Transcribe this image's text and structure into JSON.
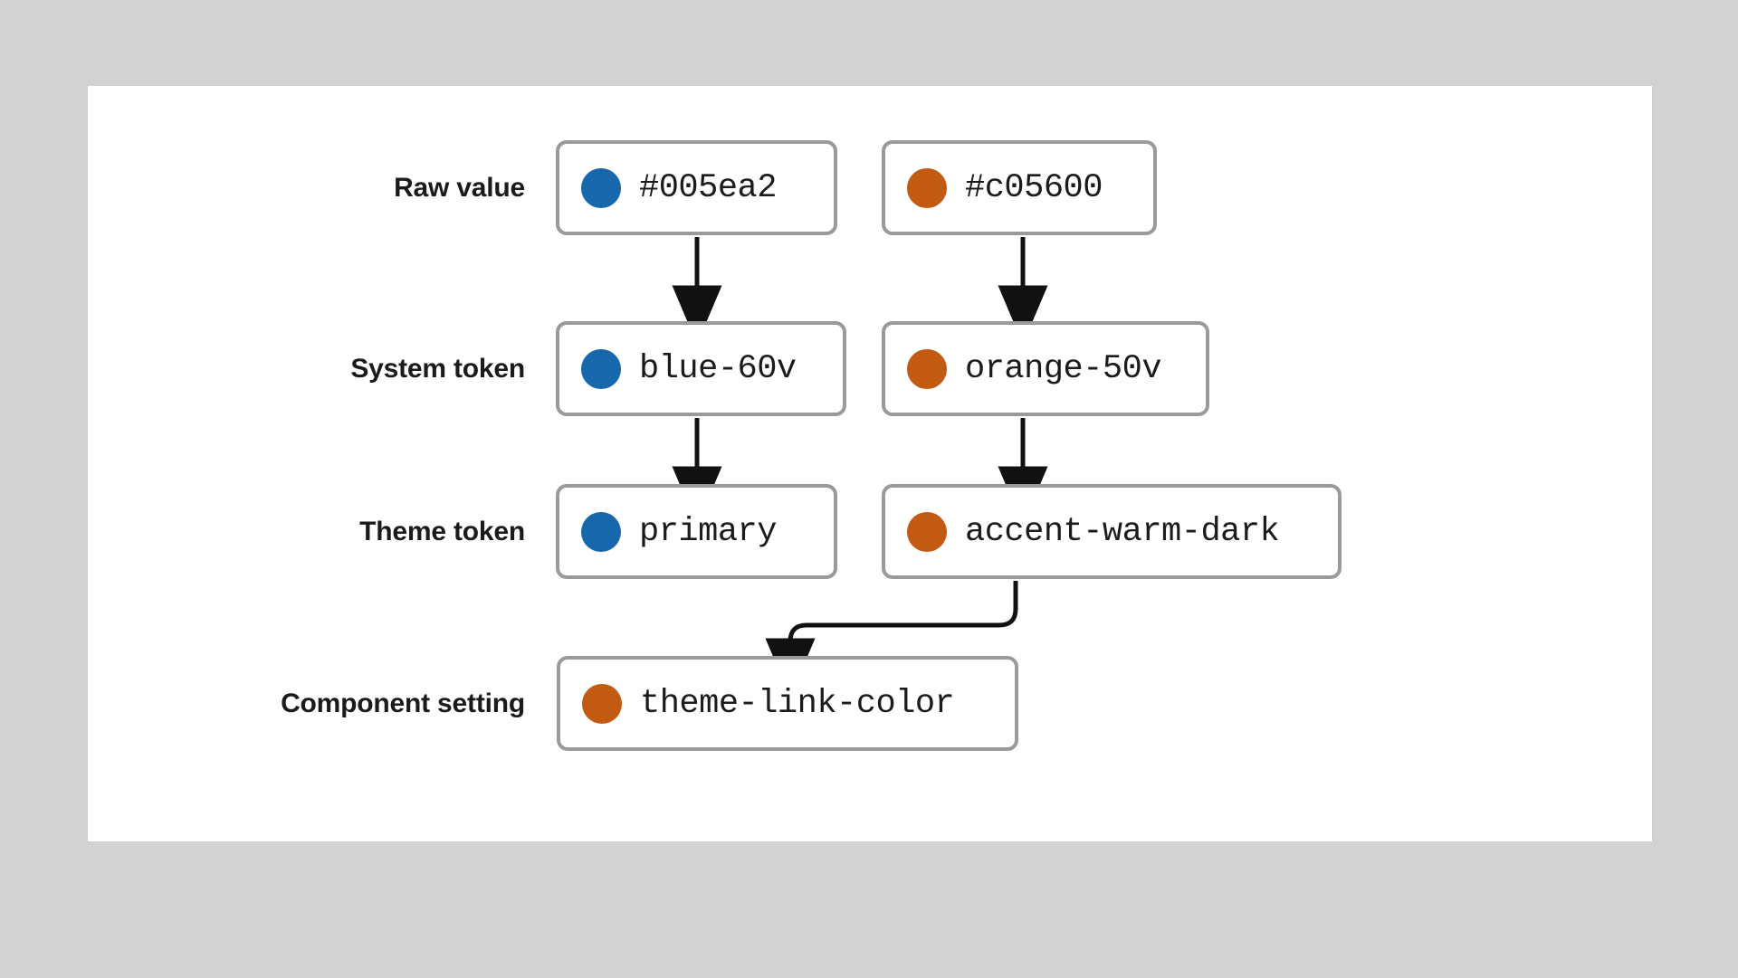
{
  "canvas": {
    "background": "#ffffff",
    "page_background": "#d2d2d2"
  },
  "palette": {
    "blue": "#1667ab",
    "orange": "#c35a11",
    "border": "#9a9a9a",
    "arrow": "#111111",
    "text": "#1b1b1b"
  },
  "rows": [
    {
      "label": "Raw value",
      "nodes": [
        {
          "swatch_color": "#1667ab",
          "swatch_name": "blue-color-swatch",
          "text": "#005ea2"
        },
        {
          "swatch_color": "#c35a11",
          "swatch_name": "orange-color-swatch",
          "text": "#c05600"
        }
      ]
    },
    {
      "label": "System token",
      "nodes": [
        {
          "swatch_color": "#1667ab",
          "swatch_name": "blue-color-swatch",
          "text": "blue-60v"
        },
        {
          "swatch_color": "#c35a11",
          "swatch_name": "orange-color-swatch",
          "text": "orange-50v"
        }
      ]
    },
    {
      "label": "Theme token",
      "nodes": [
        {
          "swatch_color": "#1667ab",
          "swatch_name": "blue-color-swatch",
          "text": "primary"
        },
        {
          "swatch_color": "#c35a11",
          "swatch_name": "orange-color-swatch",
          "text": "accent-warm-dark"
        }
      ]
    },
    {
      "label": "Component setting",
      "nodes": [
        {
          "swatch_color": "#c35a11",
          "swatch_name": "orange-color-swatch",
          "text": "theme-link-color"
        }
      ]
    }
  ],
  "connectors": [
    {
      "name": "arrow-raw-to-system-blue",
      "from": "#005ea2",
      "to": "blue-60v",
      "shape": "straight-down"
    },
    {
      "name": "arrow-raw-to-system-orange",
      "from": "#c05600",
      "to": "orange-50v",
      "shape": "straight-down"
    },
    {
      "name": "arrow-system-to-theme-blue",
      "from": "blue-60v",
      "to": "primary",
      "shape": "straight-down"
    },
    {
      "name": "arrow-system-to-theme-orange",
      "from": "orange-50v",
      "to": "accent-warm-dark",
      "shape": "straight-down"
    },
    {
      "name": "arrow-theme-to-component",
      "from": "accent-warm-dark",
      "to": "theme-link-color",
      "shape": "elbow-left-down"
    }
  ]
}
